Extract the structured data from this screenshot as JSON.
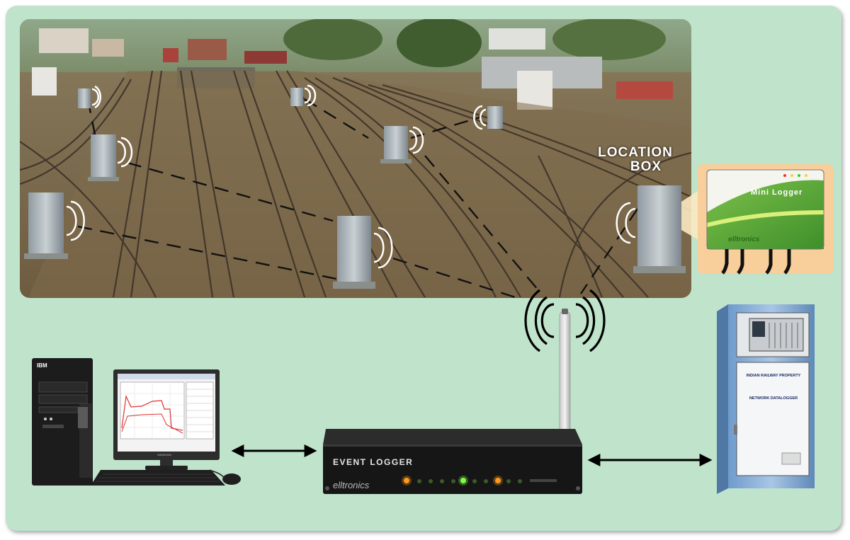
{
  "scene": {
    "label_location_box": "LOCATION",
    "label_location_box_2": "BOX",
    "mini_logger_title": "Mini Logger",
    "mini_logger_brand": "elltronics",
    "event_logger_title": "EVENT LOGGER",
    "event_logger_brand": "elltronics",
    "cabinet_line1": "INDIAN RAILWAY PROPERTY",
    "cabinet_line2": "NETWORK DATALOGGER",
    "pc_brand": "IBM",
    "monitor_brand": "SAMSUNG"
  },
  "colors": {
    "background": "#bfe3cb",
    "mini_logger_green": "#5aa83a",
    "led_orange": "#ff9a1f",
    "led_green": "#7fff4a",
    "cabinet_blue": "#7ea9d6"
  }
}
